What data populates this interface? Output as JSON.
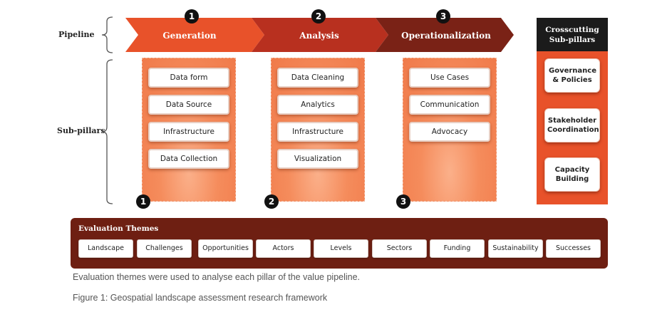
{
  "row_labels": {
    "pipeline": "Pipeline",
    "sub_pillars": "Sub-pillars"
  },
  "pipeline": [
    {
      "number": "1",
      "label": "Generation",
      "color": "#e8522a"
    },
    {
      "number": "2",
      "label": "Analysis",
      "color": "#b8301f"
    },
    {
      "number": "3",
      "label": "Operationalization",
      "color": "#7a2216"
    }
  ],
  "columns": [
    {
      "number": "1",
      "items": [
        "Data form",
        "Data Source",
        "Infrastructure",
        "Data Collection"
      ]
    },
    {
      "number": "2",
      "items": [
        "Data Cleaning",
        "Analytics",
        "Infrastructure",
        "Visualization"
      ]
    },
    {
      "number": "3",
      "items": [
        "Use Cases",
        "Communication",
        "Advocacy"
      ]
    }
  ],
  "crosscutting": {
    "title": "Crosscutting Sub-pillars",
    "items": [
      "Governance & Policies",
      "Stakeholder Coordination",
      "Capacity Building"
    ]
  },
  "evaluation": {
    "title": "Evaluation Themes",
    "themes": [
      "Landscape",
      "Challenges",
      "Opportunities",
      "Actors",
      "Levels",
      "Sectors",
      "Funding",
      "Sustainability",
      "Successes"
    ]
  },
  "captions": {
    "note": "Evaluation themes were used to analyse each pillar of the value pipeline.",
    "figure": "Figure 1: Geospatial landscape assessment research framework"
  }
}
